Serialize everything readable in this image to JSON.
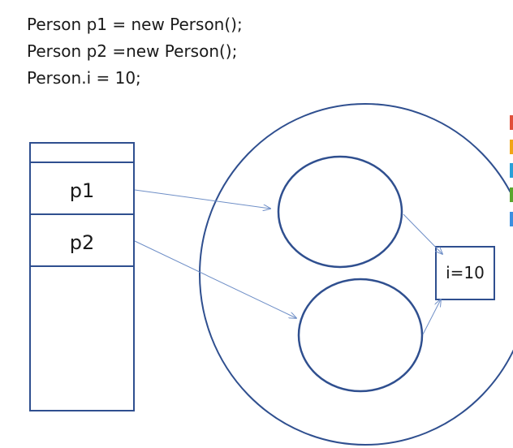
{
  "code": {
    "lines": [
      "Person p1 = new Person();",
      "Person p2 =new Person();",
      "Person.i = 10;"
    ]
  },
  "stack": {
    "cells": [
      "p1",
      "p2"
    ]
  },
  "static_field": {
    "label": "i=10"
  },
  "colors": {
    "outline": "#2f4f8f",
    "arrow": "#6f8fc7",
    "text": "#1a1a1a",
    "edge_swatches": [
      "#e0503a",
      "#f2a516",
      "#2aa0d8",
      "#5aa62e",
      "#3c8fe0"
    ]
  }
}
